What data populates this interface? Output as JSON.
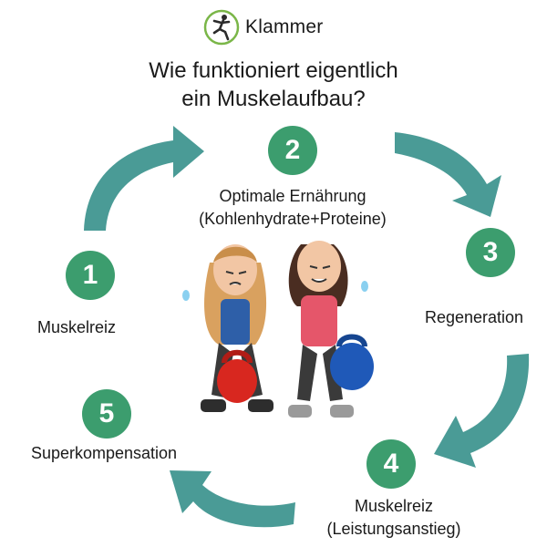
{
  "brand": {
    "name": "Klammer",
    "logo_icon": "runner-logo-icon"
  },
  "title": {
    "line1": "Wie funktioniert eigentlich",
    "line2": "ein Muskelaufbau?"
  },
  "colors": {
    "step_circle": "#3c9d6e",
    "arrow": "#4a9b96"
  },
  "steps": [
    {
      "number": "1",
      "label": "Muskelreiz"
    },
    {
      "number": "2",
      "label_line1": "Optimale Ernährung",
      "label_line2": "(Kohlenhydrate+Proteine)"
    },
    {
      "number": "3",
      "label": "Regeneration"
    },
    {
      "number": "4",
      "label_line1": "Muskelreiz",
      "label_line2": "(Leistungsanstieg)"
    },
    {
      "number": "5",
      "label": "Superkompensation"
    }
  ],
  "illustration": {
    "name": "two-women-kettlebell-illustration"
  }
}
